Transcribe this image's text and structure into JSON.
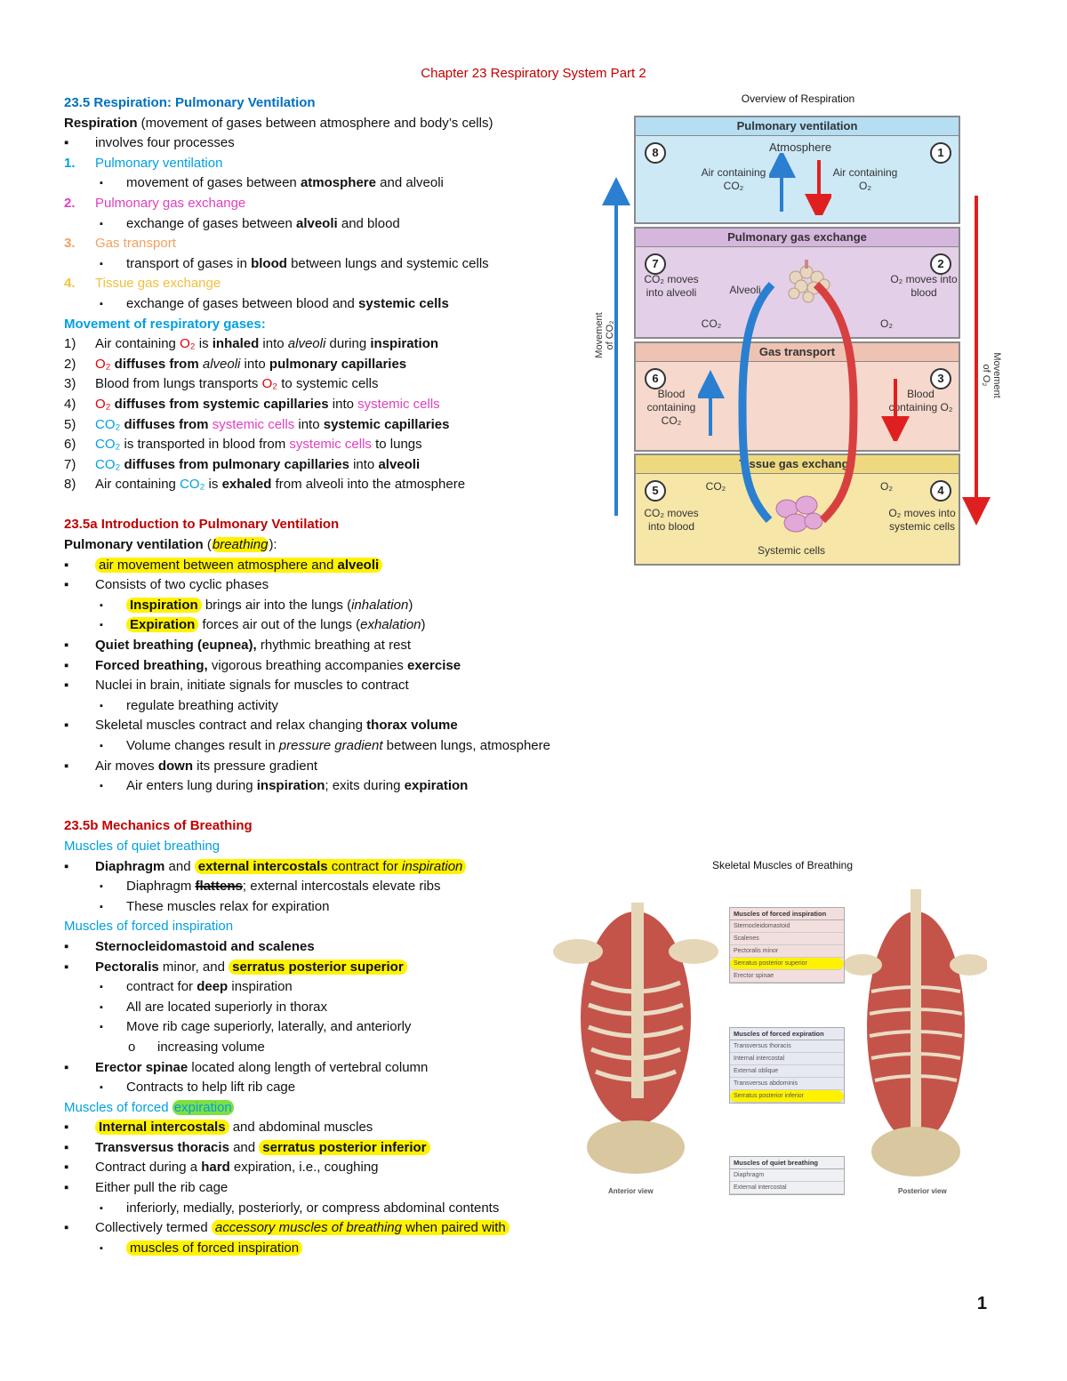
{
  "header": "Chapter 23 Respiratory System Part 2",
  "s235": {
    "title": "23.5 Respiration: Pulmonary Ventilation",
    "def_bold": "Respiration",
    "def_rest": " (movement of gases between atmosphere and body’s cells)",
    "involves": "involves four processes",
    "p1": "Pulmonary ventilation",
    "p1_a": "movement of gases between ",
    "p1_b": "atmosphere",
    "p1_c": " and alveoli",
    "p2": "Pulmonary gas exchange",
    "p2_a": "exchange of gases between ",
    "p2_b": "alveoli",
    "p2_c": " and blood",
    "p3": "Gas transport",
    "p3_a": "transport of gases in ",
    "p3_b": "blood",
    "p3_c": " between lungs and systemic cells",
    "p4": "Tissue gas exchange",
    "p4_a": "exchange of gases between blood and ",
    "p4_b": "systemic cells",
    "mov_title": "Movement of respiratory gases:",
    "m1_a": "Air containing ",
    "m1_b": "O₂",
    "m1_c": " is ",
    "m1_d": "inhaled",
    "m1_e": " into ",
    "m1_f": "alveoli",
    "m1_g": " during ",
    "m1_h": "inspiration",
    "m2_a": "O₂",
    "m2_b": " diffuses from ",
    "m2_c": "alveoli",
    "m2_d": " into ",
    "m2_e": "pulmonary capillaries",
    "m3_a": "Blood from lungs transports ",
    "m3_b": "O₂",
    "m3_c": " to systemic cells",
    "m4_a": "O₂",
    "m4_b": " diffuses from ",
    "m4_c": "systemic capillaries",
    "m4_d": " into ",
    "m4_e": "systemic cells",
    "m5_a": "CO₂",
    "m5_b": " diffuses from ",
    "m5_c": "systemic cells",
    "m5_d": " into ",
    "m5_e": "systemic capillaries",
    "m6_a": "CO₂",
    "m6_b": " is transported in blood from ",
    "m6_c": "systemic cells",
    "m6_d": " to lungs",
    "m7_a": "CO₂",
    "m7_b": " diffuses from ",
    "m7_c": "pulmonary capillaries",
    "m7_d": " into ",
    "m7_e": "alveoli",
    "m8_a": "Air containing ",
    "m8_b": "CO₂",
    "m8_c": " is ",
    "m8_d": "exhaled",
    "m8_e": " from alveoli into the atmosphere"
  },
  "s235a": {
    "title": "23.5a Introduction to Pulmonary Ventilation",
    "def_a": "Pulmonary ventilation",
    "def_b": " (",
    "def_c": "breathing",
    "def_d": "):",
    "b1_a": "air movement between atmosphere and ",
    "b1_b": "alveoli",
    "b2": "Consists of two cyclic phases",
    "b2a_a": "Inspiration",
    "b2a_b": " brings air into the lungs (",
    "b2a_c": "inhalation",
    "b2a_d": ")",
    "b2b_a": "Expiration",
    "b2b_b": " forces air out of the lungs (",
    "b2b_c": "exhalation",
    "b2b_d": ")",
    "b3_a": "Quiet breathing (eupnea),",
    "b3_b": " rhythmic breathing at rest",
    "b4_a": "Forced breathing,",
    "b4_b": " vigorous breathing accompanies ",
    "b4_c": "exercise",
    "b5": "Nuclei in brain, initiate signals for muscles to contract",
    "b5a": "regulate breathing activity",
    "b6_a": "Skeletal muscles contract and relax changing ",
    "b6_b": "thorax volume",
    "b6a_a": "Volume changes result in ",
    "b6a_b": "pressure gradient",
    "b6a_c": " between lungs, atmosphere",
    "b7_a": "Air moves ",
    "b7_b": "down",
    "b7_c": " its pressure gradient",
    "b7a_a": "Air enters lung during ",
    "b7a_b": "inspiration",
    "b7a_c": "; exits during ",
    "b7a_d": "expiration"
  },
  "s235b": {
    "title": "23.5b Mechanics of Breathing",
    "quiet_title": "Muscles of quiet breathing",
    "q1_a": "Diaphragm",
    "q1_b": " and ",
    "q1_c": "external intercostals",
    "q1_d": " contract for ",
    "q1_e": "inspiration",
    "q1a_a": "Diaphragm ",
    "q1a_b": "flattens",
    "q1a_c": "; external intercostals elevate ribs",
    "q1b": "These muscles relax for expiration",
    "forced_insp_title": "Muscles of forced inspiration",
    "f1": "Sternocleidomastoid and scalenes",
    "f2_a": "Pectoralis",
    "f2_b": " minor, and ",
    "f2_c": "serratus posterior superior",
    "f2a_a": "contract for ",
    "f2a_b": "deep",
    "f2a_c": " inspiration",
    "f2b": "All are located superiorly in thorax",
    "f2c": "Move rib cage superiorly, laterally, and anteriorly",
    "f2c_o": "o",
    "f2c1": "increasing volume",
    "f3_a": "Erector spinae",
    "f3_b": " located along length of vertebral column",
    "f3a": "Contracts to help lift rib cage",
    "forced_exp_a": "Muscles of forced ",
    "forced_exp_b": "expiration",
    "e1_a": "Internal intercostals",
    "e1_b": " and abdominal muscles",
    "e2_a": "Transversus thoracis",
    "e2_b": " and ",
    "e2_c": "serratus posterior inferior",
    "e3_a": "Contract during a ",
    "e3_b": "hard",
    "e3_c": " expiration, i.e., coughing",
    "e4": "Either pull the rib cage",
    "e4a": "inferiorly, medially, posteriorly, or compress abdominal contents",
    "e5_a": "Collectively termed ",
    "e5_b": "accessory muscles of breathing",
    "e5_c": " when paired with",
    "e5a": "muscles of forced inspiration"
  },
  "numbers": {
    "n1": "1.",
    "n2": "2.",
    "n3": "3.",
    "n4": "4.",
    "o1": "1)",
    "o2": "2)",
    "o3": "3)",
    "o4": "4)",
    "o5": "5)",
    "o6": "6)",
    "o7": "7)",
    "o8": "8)"
  },
  "bullets": {
    "square": "▪",
    "sub": "▪"
  },
  "fig1": {
    "caption": "Overview of Respiration",
    "pv_title": "Pulmonary ventilation",
    "atmosphere": "Atmosphere",
    "air_co2": "Air containing CO₂",
    "air_o2": "Air containing O₂",
    "pge_title": "Pulmonary gas exchange",
    "co2_moves_alveoli": "CO₂ moves into alveoli",
    "alveoli": "Alveoli",
    "o2_moves_blood": "O₂ moves into blood",
    "co2": "CO₂",
    "o2": "O₂",
    "gt_title": "Gas transport",
    "blood_co2": "Blood containing CO₂",
    "blood_o2": "Blood containing O₂",
    "tge_title": "Tissue gas exchange",
    "co2_moves_blood": "CO₂ moves into blood",
    "o2_moves_cells": "O₂ moves into systemic cells",
    "systemic_cells": "Systemic cells",
    "mov_co2": "Movement of CO₂",
    "mov_o2": "Movement of O₂",
    "c1": "1",
    "c2": "2",
    "c3": "3",
    "c4": "4",
    "c5": "5",
    "c6": "6",
    "c7": "7",
    "c8": "8"
  },
  "fig2": {
    "caption": "Skeletal Muscles of Breathing",
    "panel1_title": "Muscles of forced inspiration",
    "panel1_items": [
      "Sternocleidomastoid",
      "Scalenes",
      "Pectoralis minor",
      "Serratus posterior superior",
      "Erector spinae"
    ],
    "panel2_title": "Muscles of forced expiration",
    "panel2_items": [
      "Transversus thoracis",
      "Internal intercostal",
      "External oblique",
      "Transversus abdominis",
      "Serratus posterior inferior"
    ],
    "panel3_title": "Muscles of quiet breathing",
    "panel3_items": [
      "Diaphragm",
      "External intercostal"
    ],
    "anterior": "Anterior view",
    "posterior": "Posterior view"
  },
  "page_number": "1",
  "colors": {
    "red": "#c00000",
    "blue": "#0070c0",
    "highlight": "#fff200"
  }
}
